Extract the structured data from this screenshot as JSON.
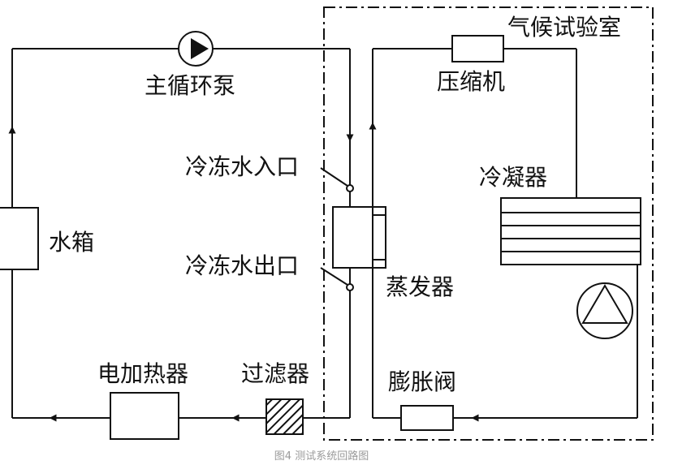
{
  "labels": {
    "climate_chamber": "气候试验室",
    "main_pump": "主循环泵",
    "compressor": "压缩机",
    "chilled_water_inlet": "冷冻水入口",
    "condenser": "冷凝器",
    "water_tank": "水箱",
    "chilled_water_outlet": "冷冻水出口",
    "evaporator": "蒸发器",
    "electric_heater": "电加热器",
    "filter": "过滤器",
    "expansion_valve": "膨胀阀"
  },
  "caption": "图4 测试系统回路图",
  "colors": {
    "line": "#111111",
    "caption": "#9a9a9a",
    "background": "#ffffff"
  },
  "icons": {
    "pump": "pump-icon",
    "fan": "fan-icon",
    "filter": "filter-hatch-icon",
    "arrow": "flow-arrow-icon"
  }
}
